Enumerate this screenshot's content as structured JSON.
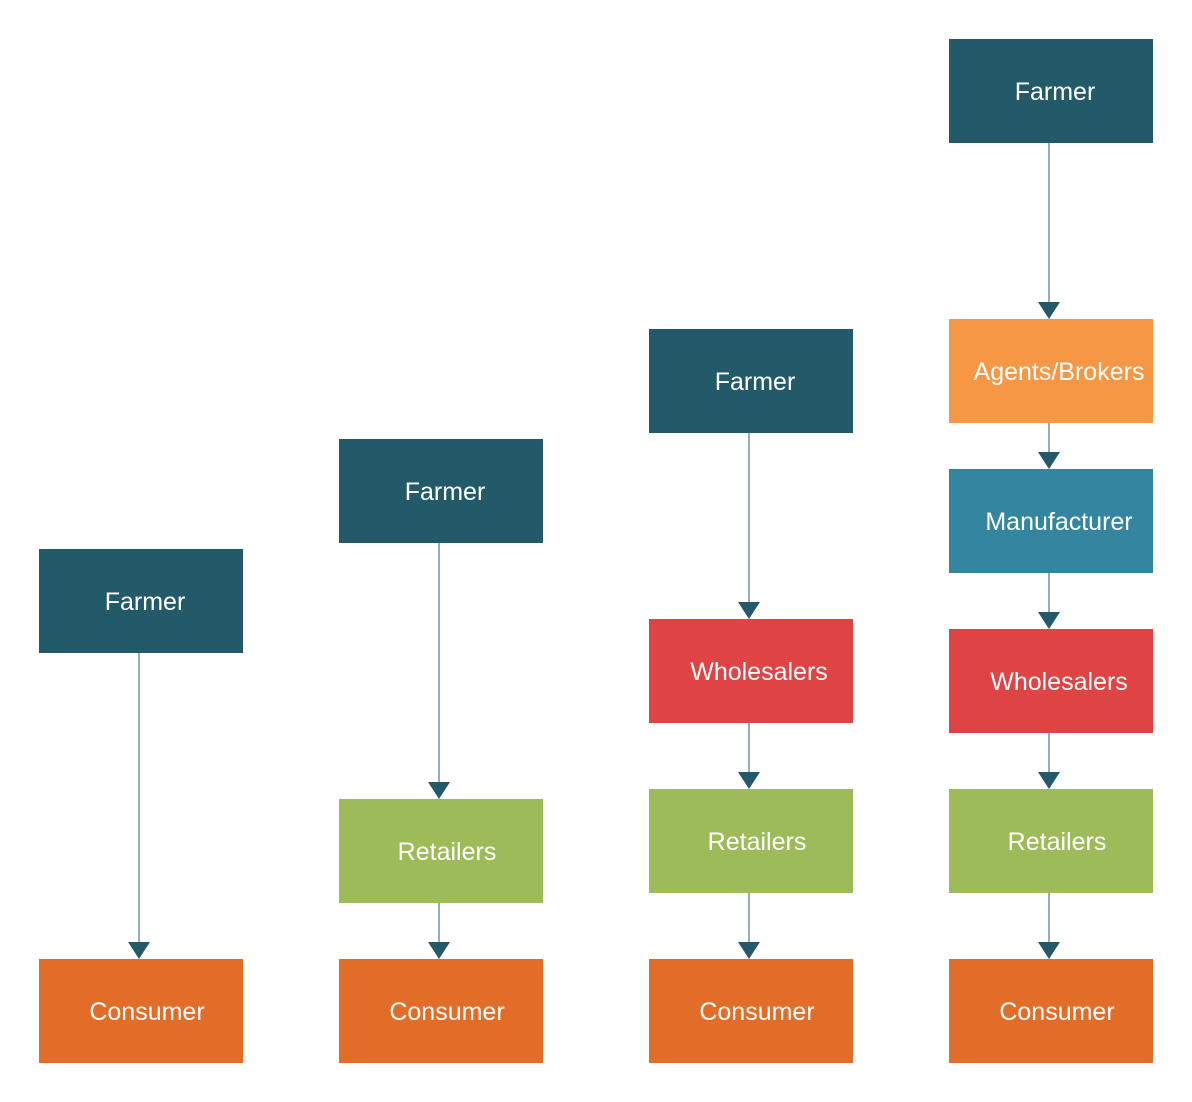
{
  "colors": {
    "farmer": "#235A6A",
    "agents": "#F59745",
    "manufacturer": "#3385A0",
    "wholesalers": "#E04343",
    "retailers": "#9DBC59",
    "consumer": "#E26D29",
    "connector": "#235A6A"
  },
  "chains": [
    {
      "name": "chain-1",
      "nodes": [
        {
          "id": "farmer",
          "label": "Farmer"
        },
        {
          "id": "consumer",
          "label": "Consumer"
        }
      ]
    },
    {
      "name": "chain-2",
      "nodes": [
        {
          "id": "farmer",
          "label": "Farmer"
        },
        {
          "id": "retailers",
          "label": "Retailers"
        },
        {
          "id": "consumer",
          "label": "Consumer"
        }
      ]
    },
    {
      "name": "chain-3",
      "nodes": [
        {
          "id": "farmer",
          "label": "Farmer"
        },
        {
          "id": "wholesalers",
          "label": "Wholesalers"
        },
        {
          "id": "retailers",
          "label": "Retailers"
        },
        {
          "id": "consumer",
          "label": "Consumer"
        }
      ]
    },
    {
      "name": "chain-4",
      "nodes": [
        {
          "id": "farmer",
          "label": "Farmer"
        },
        {
          "id": "agents",
          "label": "Agents/Brokers"
        },
        {
          "id": "manufacturer",
          "label": "Manufacturer"
        },
        {
          "id": "wholesalers",
          "label": "Wholesalers"
        },
        {
          "id": "retailers",
          "label": "Retailers"
        },
        {
          "id": "consumer",
          "label": "Consumer"
        }
      ]
    }
  ]
}
